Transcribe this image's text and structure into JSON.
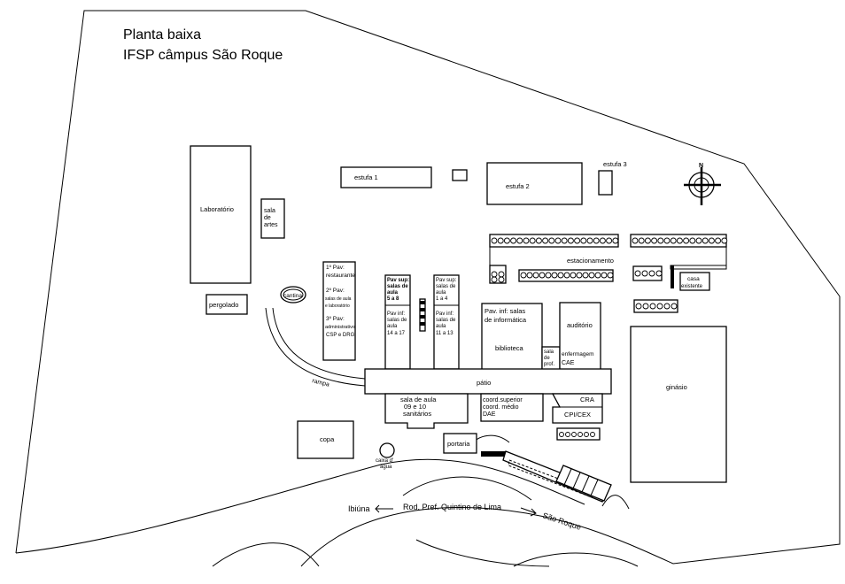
{
  "title": {
    "line1": "Planta baixa",
    "line2": "IFSP câmpus São Roque"
  },
  "buildings": {
    "laboratorio": "Laboratório",
    "sala_artes": [
      "sala",
      "de",
      "artes"
    ],
    "pergolado": "pergolado",
    "cantina": "cantina",
    "estufa1": "estufa 1",
    "estufa2": "estufa 2",
    "estufa3": "estufa 3",
    "pav_admin": [
      "1º Pav:",
      "restaurante",
      "2º Pav:",
      "salas de aula",
      "e laboratório",
      "3º Pav:",
      "administrativo",
      "CSP e DRG"
    ],
    "pav_5a8": [
      "Pav sup:",
      "salas de",
      "aula",
      "5 a 8"
    ],
    "pav_14a17": [
      "Pav inf:",
      "salas de",
      "aula",
      "14 a 17"
    ],
    "pav_1a4": [
      "Pav sup:",
      "salas de",
      "aula",
      "1 a 4"
    ],
    "pav_11a13": [
      "Pav inf:",
      "salas de",
      "aula",
      "11 a 13"
    ],
    "informatica": [
      "Pav. inf: salas",
      "de informática"
    ],
    "biblioteca": "biblioteca",
    "sala_prof": [
      "sala",
      "de",
      "prof."
    ],
    "auditorio": "auditório",
    "enfermagem": [
      "enfermagem",
      "CAE"
    ],
    "estacionamento": "estacionamento",
    "casa": [
      "casa",
      "existente"
    ],
    "ginasio": "ginásio",
    "patio": "pátio",
    "rampa": "rampa",
    "salas_09_10": [
      "sala de aula",
      "09 e 10",
      "sanitários"
    ],
    "coord": [
      "coord.superior",
      "coord. médio",
      "DAE"
    ],
    "cra": "CRA",
    "cpi": "CPI/CEX",
    "copa": "copa",
    "caixa": [
      "caixa d'",
      "água"
    ],
    "portaria": "portaria"
  },
  "roads": {
    "main": "Rod. Pref. Quintino de Lima",
    "west": "Ibiúna",
    "east": "São Roque"
  },
  "compass": {
    "north": "N"
  }
}
